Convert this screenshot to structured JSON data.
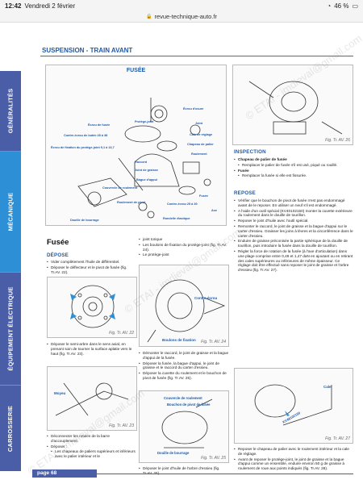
{
  "status_bar": {
    "time": "12:42",
    "date": "Vendredi 2 février",
    "battery": "46 %"
  },
  "browser": {
    "url": "revue-technique-auto.fr"
  },
  "header": {
    "title": "SUSPENSION - TRAIN AVANT"
  },
  "side_tabs": [
    "GÉNÉRALITÉS",
    "MÉCANIQUE",
    "ÉQUIPEMENT ÉLECTRIQUE",
    "CARROSSERIE"
  ],
  "main_figure": {
    "title": "FUSÉE",
    "labels": [
      "Écrou de fusée",
      "Protège-joint",
      "Contre-écrou de butée 28 à 38",
      "Écrou de fixation du protège-joint 9,1 à 13,7",
      "Raccord",
      "Joint de graisse",
      "Bague d'appui",
      "Couvercle de roulement",
      "Roulement de pivot",
      "Fusée",
      "Contre-écrou 25 à 30",
      "Rondelle élastique",
      "Écrou d'usure",
      "Douille de bourrage",
      "Joint",
      "Cale de réglage",
      "Chapeau de palier",
      "Roulement",
      "Axe"
    ],
    "caption": ""
  },
  "section": {
    "title": "Fusée",
    "depose_heading": "DÉPOSE",
    "depose_items": [
      "Vider complètement l'huile de différentiel.",
      "Déposer le déflecteur et le pivot de fusée (fig. Tr.AV. 22)."
    ],
    "depose_col2_items": [
      "joint torique",
      "Les boulons de fixation du protège-joint (fig. Tr.AV. 24).",
      "Le protège-joint"
    ]
  },
  "figures": [
    {
      "caption": "Fig. Tr. AV. 22"
    },
    {
      "caption": "Fig. Tr. AV. 24",
      "labels": [
        "Contre-écrou",
        "Boulons de fixation"
      ]
    },
    {
      "caption": "Fig. Tr. AV. 23",
      "labels": [
        "Moyeu"
      ]
    },
    {
      "caption": "Fig. Tr. AV. 25",
      "labels": [
        "Couvercle de roulement",
        "Bouchon de pivot de fusée",
        "Douille de bourrage"
      ]
    },
    {
      "caption": "Fig. Tr. AV. 26"
    },
    {
      "caption": "Fig. Tr. AV. 27",
      "labels": [
        "Cale",
        "KV48102150"
      ]
    }
  ],
  "para_22": "Déposer le semi-arbre dans le sens axial, en prenant soin de tourner la surface aplatie vers le haut (fig. Tr.AV. 23).",
  "para_23": [
    "Déconnecter les rotules de la barre d'accouplement.",
    "Déposer :"
  ],
  "para_23_sub": "Les chapeaux de paliers supérieurs et inférieurs avec le palier intérieur et le",
  "para_24": [
    "Démonter le raccord, le joint de graisse et la bague d'appui de la fusée.",
    "Déposer la fusée, la bague d'appui, le joint de graisse et le raccord du carter d'essieu.",
    "Déposer la cuvette du roulement et le bouchon de pivot de fusée (fig. Tr.AV. 25)."
  ],
  "para_25": "Déposer le joint d'huile de l'arbre d'essieu (fig. Tr.AV. 26).",
  "inspection": {
    "heading": "INSPECTION",
    "items": [
      {
        "title": "Chapeau de palier de fusée",
        "text": "Remplacer le palier de fusée s'il est usé, piqué ou rouillé."
      },
      {
        "title": "Fusée",
        "text": "Remplacer la fusée si elle est fissurée."
      }
    ]
  },
  "repose": {
    "heading": "REPOSE",
    "items": [
      "Vérifier que le bouchon de pivot de fusée n'est pas endommagé avant de le reposer. En utiliser un neuf s'il est endommagé.",
      "A l'aide d'un outil spécial (KV40102150) monter la cuvette extérieure du roulement dans le douille de tourillon.",
      "Reposer le joint d'huile avec l'outil spécial.",
      "Remonter le raccord, le joint de graisse et la bague d'appui sur le carter d'essieu. Graisser les joins à lèvres et la circonférence dans le carter d'essieu.",
      "Enduire de graisse préconisée la partie sphérique de la douille de tourillon, puis introduire la fusée dans la douille de tourillon.",
      "Régler la force de rotation de la fusée (à l'axe d'articulation) dans une plage comprise entre 0,49 et 1,47 daN en ajoutant ou en retirant des cales supérieures ou inférieures de même épaisseur. Ce réglage doit être effectué sans reposer le joint de graisse et l'arbre d'essieu (fig. Tr.AV. 27)."
    ],
    "bottom_items": [
      "Reposer le chapeau de palier avec le roulement intérieur et la cale de réglage.",
      "Avant de reposer le protège-joint, le joint de graisse et la bague d'appui comme un ensemble, enduire environ 50 g de graisse à roulement de roue aux points indiqués (fig. Tr.AV. 28)."
    ]
  },
  "footer": {
    "page": "page 68"
  },
  "watermark": "© ETAI - imdieval@gmail.com"
}
